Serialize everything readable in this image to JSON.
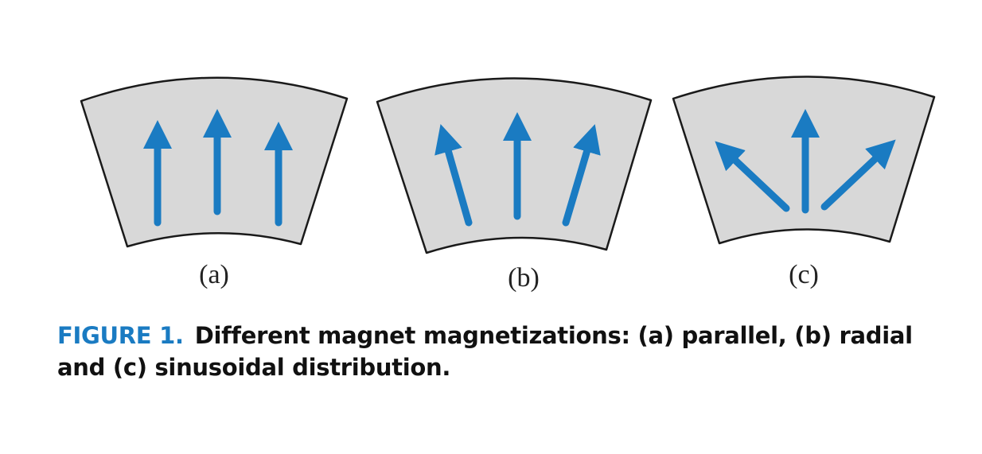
{
  "panels": [
    {
      "label": "(a)",
      "magnetization": "parallel",
      "arrow_directions_deg": [
        90,
        90,
        90
      ]
    },
    {
      "label": "(b)",
      "magnetization": "radial",
      "arrow_directions_deg": [
        105,
        90,
        75
      ]
    },
    {
      "label": "(c)",
      "magnetization": "sinusoidal",
      "arrow_directions_deg": [
        135,
        90,
        45
      ]
    }
  ],
  "caption": {
    "figure_number": "FIGURE 1.",
    "text": "Different magnet magnetizations: (a) parallel, (b) radial and (c) sinusoidal distribution."
  },
  "colors": {
    "arrow": "#1a7bc2",
    "magnet_fill": "#d8d8d8",
    "outline": "#1a1a1a",
    "figure_number": "#1a7bc2"
  }
}
